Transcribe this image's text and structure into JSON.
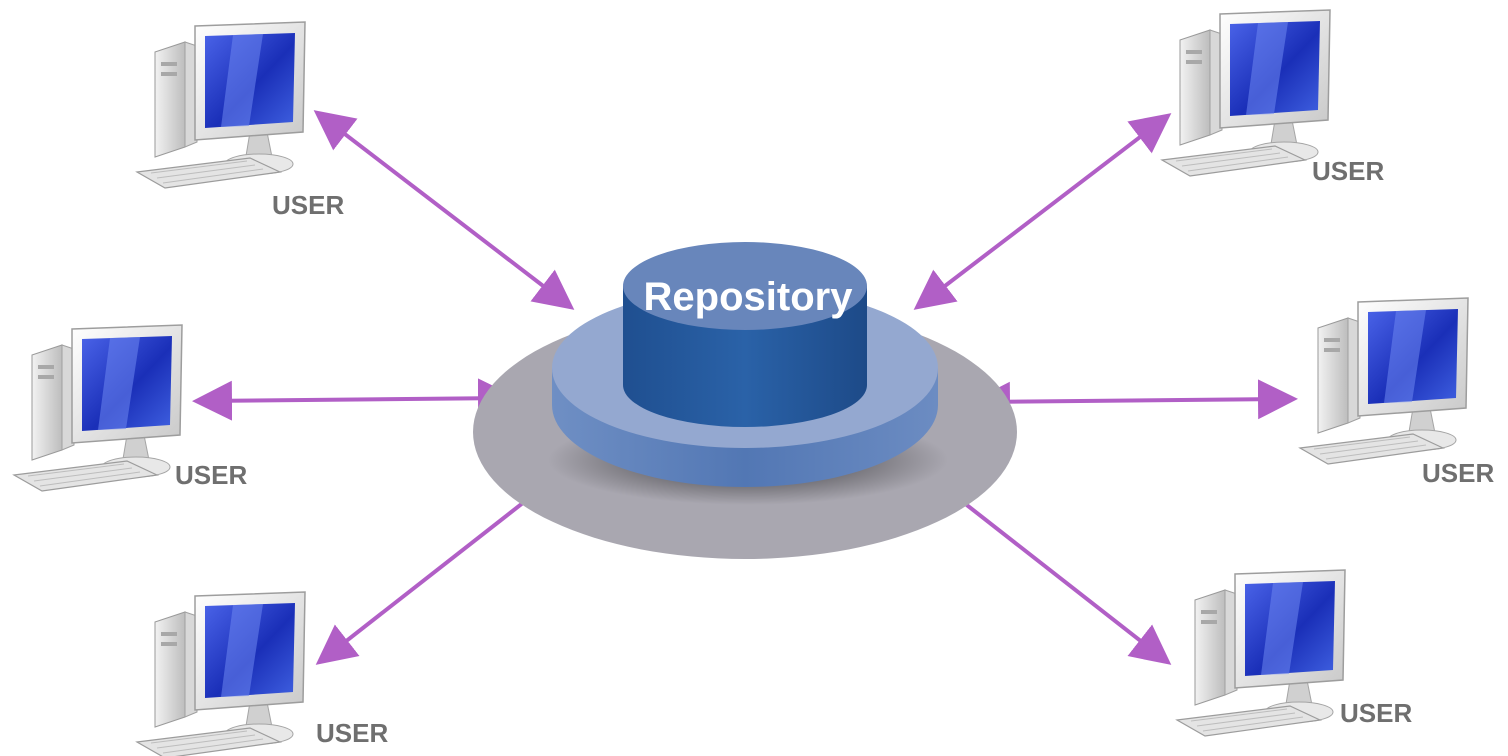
{
  "diagram": {
    "hub": {
      "label": "Repository"
    },
    "users": [
      {
        "label": "USER",
        "position": "top-left"
      },
      {
        "label": "USER",
        "position": "top-right"
      },
      {
        "label": "USER",
        "position": "middle-left"
      },
      {
        "label": "USER",
        "position": "middle-right"
      },
      {
        "label": "USER",
        "position": "bottom-left"
      },
      {
        "label": "USER",
        "position": "bottom-right"
      }
    ],
    "connection": {
      "type": "bidirectional-arrow",
      "color": "#b15fc6"
    }
  },
  "colors": {
    "platter": "#a9a7b0",
    "disc_top": "#94a8d0",
    "disc_side": "#5c7fb8",
    "cylinder_top": "#6886bb",
    "cylinder_body": "#23579a",
    "monitor_screen": "#2438c8"
  }
}
